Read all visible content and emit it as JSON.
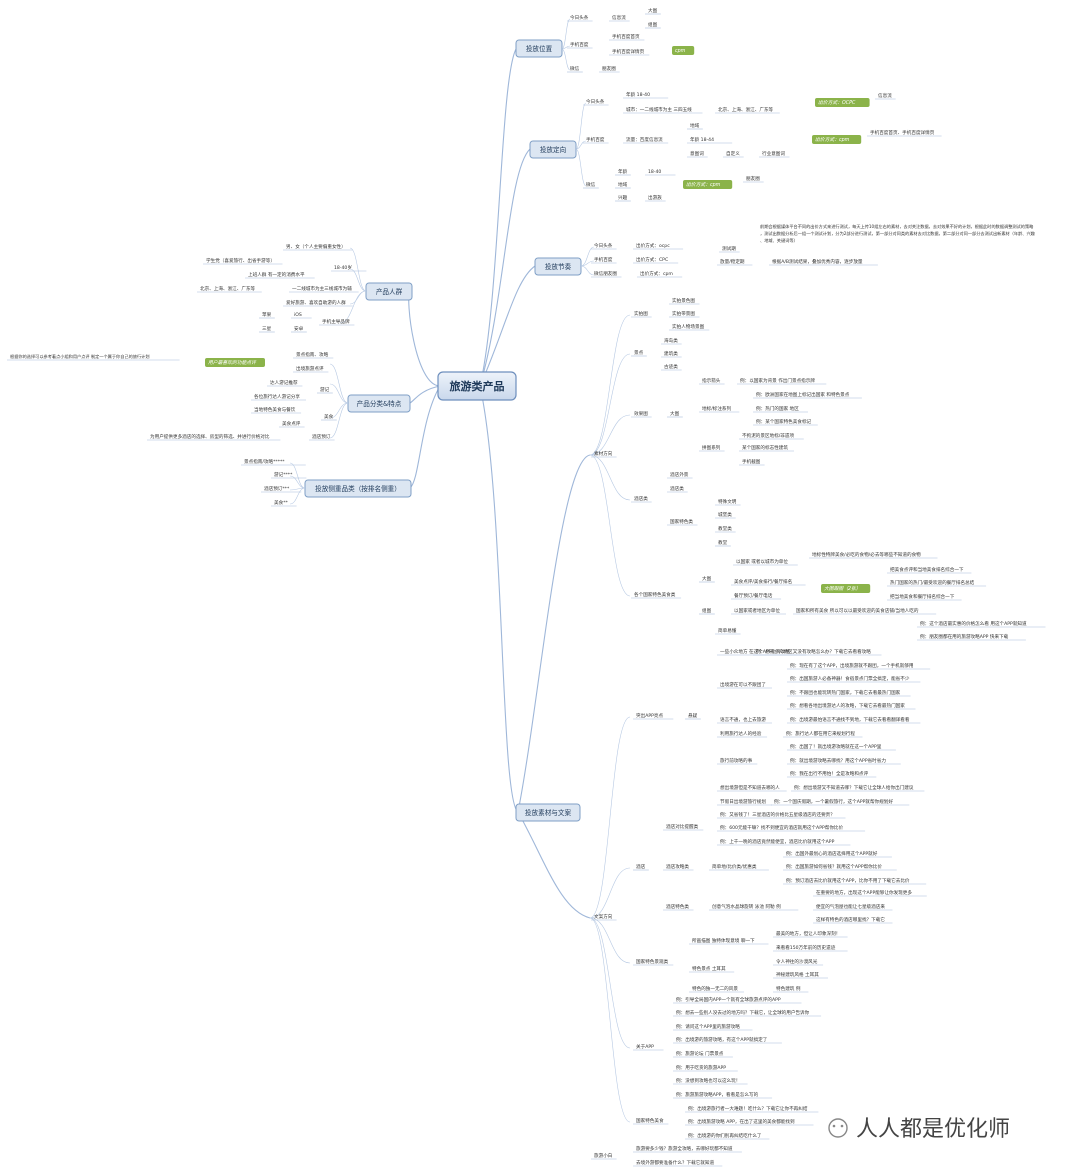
{
  "center": "旅游类产品",
  "branches": {
    "placement": {
      "label": "投放位置",
      "items": [
        "今日头条",
        "信息流",
        "大图",
        "组图",
        "手机百度",
        "手机百度首页",
        "手机百度详情页",
        "cpm",
        "微信",
        "朋友圈"
      ]
    },
    "targeting": {
      "label": "投放定向",
      "items": [
        "今日头条",
        "年龄 18-40",
        "城市：一二线城市为主 三四五线",
        "北京、上海、浙江、广东等",
        "出价方式：OCPC",
        "信息流",
        "手机百度",
        "流量：百度信息流",
        "地域",
        "年龄 18-44",
        "意图词",
        "自定义",
        "行业意图词",
        "出价方式：cpm",
        "手机百度首页、手机百度详情页",
        "微信",
        "年龄",
        "18-40",
        "地域",
        "兴趣",
        "出游族",
        "出价方式：cpm",
        "朋友圈"
      ]
    },
    "rhythm": {
      "label": "投放节奏",
      "items": [
        "今日头条",
        "出价方式：ocpc",
        "手机百度",
        "出价方式：CPC",
        "微信朋友圈",
        "出价方式：cpm",
        "测试期",
        "放量/稳定期",
        "前期会根据媒体平台不同的出价方式来进行测试，每天上传10组左右的素材，去对关注数据，去对效果不好的计划，根据此时的数据调整测试的策略，测试出数据分析后一组一个测试计划，分为2部分进行测试，第一部分对同类的素材去对比数据，第二部分对同一部分去测试出新素材（年龄、兴趣、地域、关键词等）",
        "根据A/B测试结果，叠加优秀内容，逐步放量"
      ]
    },
    "audience": {
      "label": "产品人群",
      "items": [
        "男、女（个人主要偏重女性）",
        "18-40岁",
        "学生党（喜爱旅行、出省手游等）",
        "上班人群 有一定的消费水平",
        "一二线城市为主三线城市为辅",
        "北京、上海、浙江、广东等",
        "爱好旅游、喜欢自助游的人群",
        "手机主导品牌",
        "苹果",
        "iOS",
        "三星",
        "安卓"
      ]
    },
    "features": {
      "label": "产品分类&特点",
      "items": [
        "用户最喜欢的功能点评",
        "根据你的选择可以参考着点小组和用户点评 制定一个属于你自己的旅行计划",
        "景点指南、攻略",
        "出境旅游点评",
        "达人游记推荐",
        "游记",
        "各位旅行达人游记分享",
        "当地特色美食与餐饮",
        "美食",
        "美食点评",
        "酒店预订",
        "为用户提供更多酒店的选择、房型的筛选、并进行价格对比"
      ]
    },
    "competitors": {
      "label": "投放侧重品类（按排名侧重）",
      "items": [
        "景点指南/攻略*****",
        "游记****",
        "酒店预订***",
        "美食**"
      ]
    },
    "material": {
      "label": "投放素材与文案",
      "image_direction": [
        "素材方向",
        "实拍图",
        "实拍景色图",
        "实拍带景图",
        "实拍人物场景图",
        "景点",
        "海岛类",
        "建筑类",
        "古迹类",
        "效果图",
        "大图",
        "指示箭头",
        "例：以国家为背景 作出门景点指示牌",
        "地标/标注系列",
        "例：欧洲国家在地图上标记出国家 和特色景点",
        "例：热门的国家 地区",
        "例：某个国家特色美食标记",
        "拼图系列",
        "不拘泥的景区地标/非遗项",
        "某个国家的标志性建筑",
        "手机截图",
        "酒店类",
        "酒店外景",
        "酒店类",
        "国家特色类",
        "特殊文明",
        "城堡类",
        "教堂类",
        "教堂",
        "各个国家特色美食类",
        "大图",
        "以国家 或者以城市为单位",
        "地标性特牌美食/必吃的食物/必去等哪些不知道的食物",
        "美食点评/美食排行/餐厅排名",
        "把美食点评和当地美食排名综合一下",
        "热门国家的热门/最受欢迎的餐厅排名总结",
        "餐厅预订/餐厅电话",
        "把当地美食和餐厅排名综合一下",
        "大图跟图（2张）",
        "组图",
        "以国家或者地区为单位",
        "国家和所有美食 所以可以以最受欢迎的美食店铺/当地人吃的"
      ],
      "copy_direction": [
        "文案方向",
        "突出APP亮点",
        "悬疑",
        "简单易懂",
        "例：这个酒店最实惠的价格怎么看 用这个APP就知道",
        "例：朋友圈都在用的旅游攻略APP 快来下载",
        "一些小众地方 在这个APP也有攻略",
        "例：想去小众地区又没有攻略怎么办？下载它去看看攻略",
        "出境游在可以不跟团了",
        "例：现在有了这个APP，出境旅游就不跟团，一个手机就够用",
        "例：出国旅游人必备神器！食宿景点门票全搞定，能省不少",
        "例：不跟团也能玩转热门国家，下载它去看最热门国家",
        "例：想看各地出境游达人的攻略，下载它去看最热门国家",
        "语言不通，也上去旅游",
        "例：出境游最怕语言不通找不到地，下载它去看看翻译看看",
        "利用旅行达人的经验",
        "例：旅行达人都在用它来规划行程",
        "旅行前攻略的事",
        "例：出国了！就出境游攻略就在这一个APP里",
        "例：就出境游攻略去哪找？用这个APP省时省力",
        "例：我在出行不用怕！全是攻略和点评",
        "想出境游但是不知道去哪的人",
        "例：想出境游又不知道去哪？下载它让全球人给你出门建议",
        "节假日出境游旅行规划",
        "例：一个国庆假期，一个暑假旅行，这个APP就帮你规划好",
        "酒店",
        "酒店对比提醒类",
        "例：又省钱了！三星酒店的价格比五星级酒店的还要贵？",
        "例：600元能干嘛？找不到便宜的酒店就用这个APP帮你比价",
        "例：上千一晚的酒店竟然能便宜，酒店比价就用这个APP",
        "酒店攻略类",
        "简单地/比价类/优惠类",
        "例：出国外最划心的酒店选择用这个APP就好",
        "例：出国旅游如何省钱？就用这个APP帮你比价",
        "例：预订酒店去比价就用这个APP，比你不用了下载它去比价",
        "酒店特色类",
        "创意气泡水晶球旋转 泳池 阿勒 例",
        "在重要的地方，出现这个APP能够让你发现更多",
        "便宜的气泡屋也能让七星级酒店来",
        "这样有特色的酒店哪里找？下载它",
        "国家特色景观类",
        "所画描图 独特体现意境 聊一下",
        "最美的地方，但让人印象深刻！",
        "来看看150万年前的历史遗迹",
        "令人神往的沙漠风光",
        "特色景点 土耳其",
        "神秘建筑风格 土耳其",
        "特色的独一无二的风景",
        "特色建筑 例",
        "关于APP",
        "例：引导全局国内APP一个就有全球旅游点评的APP",
        "例：想去一些别人没去过的地方吗？下载它，让全球的用户告诉你",
        "例：请问这个APP里的旅游攻略",
        "例：出境游的旅游攻略，有这个APP就搞定了",
        "例：旅游论坛 门票景点",
        "例：用于吃货的旅游APP",
        "例：没想到攻略也可以这么玩！",
        "例：旅游旅游攻略APP，看看是怎么写的",
        "国家特色美食",
        "例：出境游旅行者一大难题！吃什么？下载它让你不再纠结",
        "例：出境旅游攻略 APP，在出了这里的美食都能找到",
        "例：出境游的你们别再纠结吃什么了"
      ],
      "copy_mini": [
        "旅游小白",
        "旅游要多少钱？旅游全攻略，去哪好玩都不知道",
        "去境外游都要准备什么？下载它就知道"
      ]
    }
  },
  "watermark": "人人都是优化师",
  "colors": {
    "branch_fill": "#dce6f2",
    "branch_stroke": "#7f9fc6",
    "center_fill": "#dbe5f1",
    "line": "#9fb7d9",
    "green": "#8bb34a"
  }
}
